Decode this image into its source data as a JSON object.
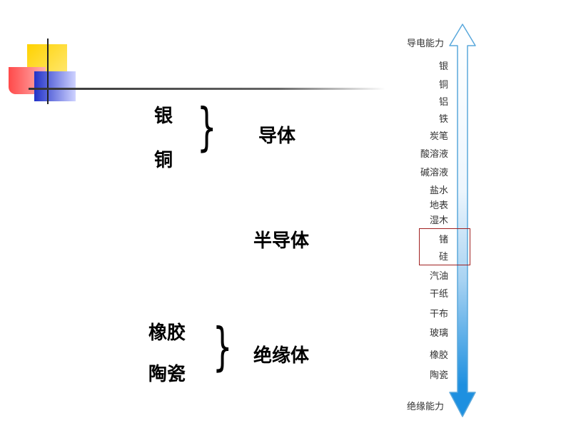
{
  "left": {
    "conductor": {
      "items": [
        "银",
        "铜"
      ],
      "label": "导体"
    },
    "semiconductor": {
      "label": "半导体"
    },
    "insulator": {
      "items": [
        "橡胶",
        "陶瓷"
      ],
      "label": "绝缘体"
    }
  },
  "scale": {
    "top_label": "导电能力",
    "bottom_label": "绝缘能力",
    "materials": [
      "银",
      "铜",
      "铝",
      "铁",
      "炭笔",
      "酸溶液",
      "碱溶液",
      "盐水",
      "地表",
      "湿木",
      "锗",
      "硅",
      "汽油",
      "干纸",
      "干布",
      "玻璃",
      "橡胶",
      "陶瓷"
    ],
    "highlighted": [
      "锗",
      "硅"
    ],
    "colors": {
      "arrow_top": "#ffffff",
      "arrow_bottom": "#1e90e0",
      "highlight_border": "#a02020"
    }
  }
}
